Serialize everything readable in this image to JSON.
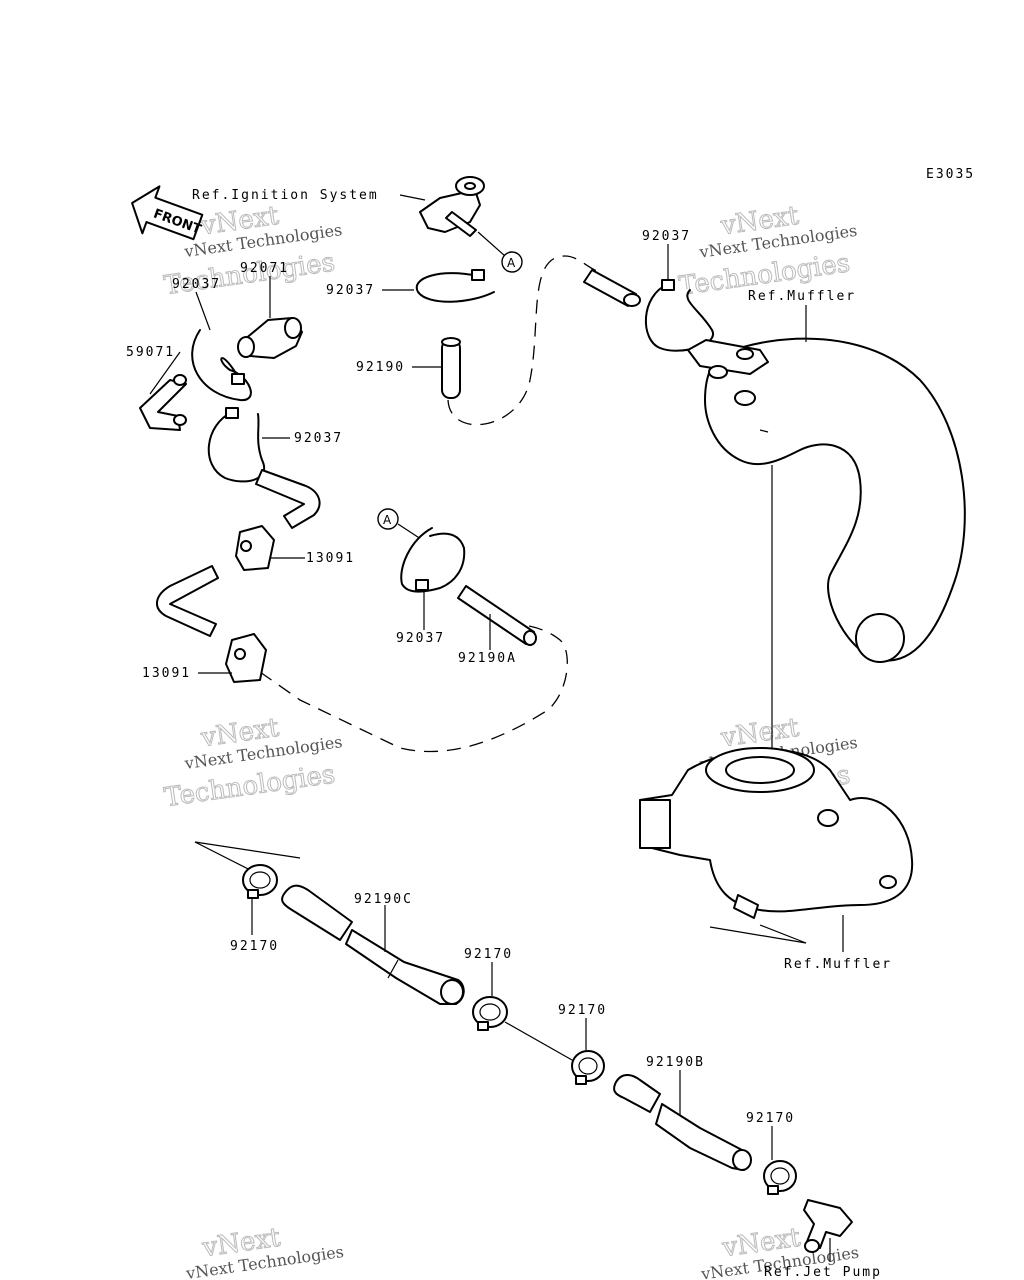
{
  "diagram": {
    "code": "E3035",
    "front_label": "FRONT",
    "callouts": {
      "ref_ignition": "Ref.Ignition System",
      "ref_muffler_top": "Ref.Muffler",
      "ref_muffler_bottom": "Ref.Muffler",
      "ref_jet_pump": "Ref.Jet Pump",
      "p92037_left": "92037",
      "p92071": "92071",
      "p59071": "59071",
      "p92037_mid_left": "92037",
      "p13091_upper": "13091",
      "p13091_lower": "13091",
      "p92037_center_top": "92037",
      "p92190": "92190",
      "p92037_right": "92037",
      "p92037_center_low": "92037",
      "p92190A": "92190A",
      "p92170_1": "92170",
      "p92190C": "92190C",
      "p92170_2": "92170",
      "p92170_3": "92170",
      "p92190B": "92190B",
      "p92170_4": "92170"
    },
    "markers": {
      "a_top": "A",
      "a_mid": "A"
    },
    "watermark": {
      "line1": "vNext Technologies",
      "line2": "vNext",
      "line3": "Technologies"
    }
  }
}
